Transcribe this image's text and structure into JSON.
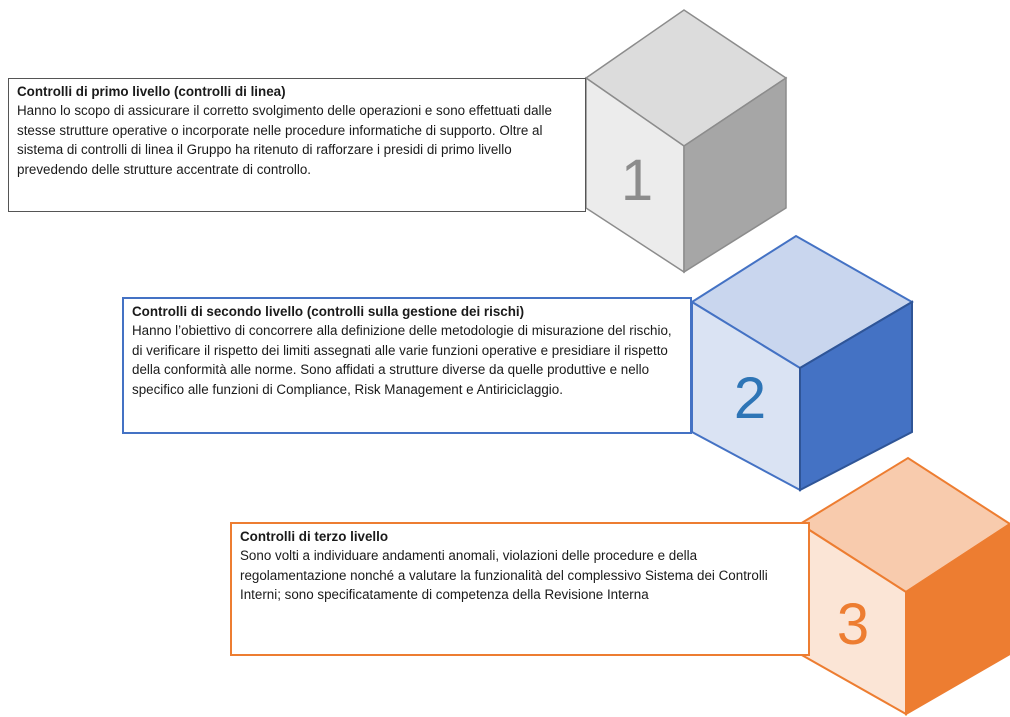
{
  "levels": [
    {
      "number": "1",
      "title": "Controlli di primo livello (controlli di linea)",
      "body": "Hanno lo scopo di assicurare il corretto svolgimento delle operazioni e sono effettuati dalle stesse strutture operative o incorporate nelle procedure informatiche di supporto. Oltre al sistema di controlli di linea il Gruppo ha ritenuto di rafforzare i presidi di primo livello prevedendo delle strutture accentrate di controllo.",
      "colors": {
        "top": "#dcdcdc",
        "front": "#ececec",
        "side": "#a6a6a6",
        "edge": "#8c8c8c",
        "number": "#8c8c8c",
        "border": "#555555"
      }
    },
    {
      "number": "2",
      "title": "Controlli di secondo livello (controlli sulla gestione dei rischi)",
      "body": "Hanno l’obiettivo di concorrere alla definizione delle metodologie di misurazione del rischio, di verificare il rispetto dei limiti assegnati alle varie funzioni operative e presidiare il rispetto della conformità alle norme. Sono affidati a strutture diverse da quelle produttive e nello specifico alle funzioni di Compliance, Risk Management e Antiriciclaggio.",
      "colors": {
        "top": "#c9d6ee",
        "front": "#dae3f3",
        "side": "#4472c4",
        "edge": "#2f5597",
        "number": "#2e75b6",
        "border": "#4472c4"
      }
    },
    {
      "number": "3",
      "title": "Controlli di terzo livello",
      "body": "Sono volti a individuare andamenti anomali, violazioni delle procedure e della regolamentazione nonché a valutare la funzionalità del complessivo Sistema dei Controlli Interni; sono specificatamente di competenza della Revisione Interna",
      "colors": {
        "top": "#f8cbad",
        "front": "#fbe5d6",
        "side": "#ed7d31",
        "edge": "#ed7d31",
        "number": "#ed7d31",
        "border": "#ed7d31"
      }
    }
  ]
}
